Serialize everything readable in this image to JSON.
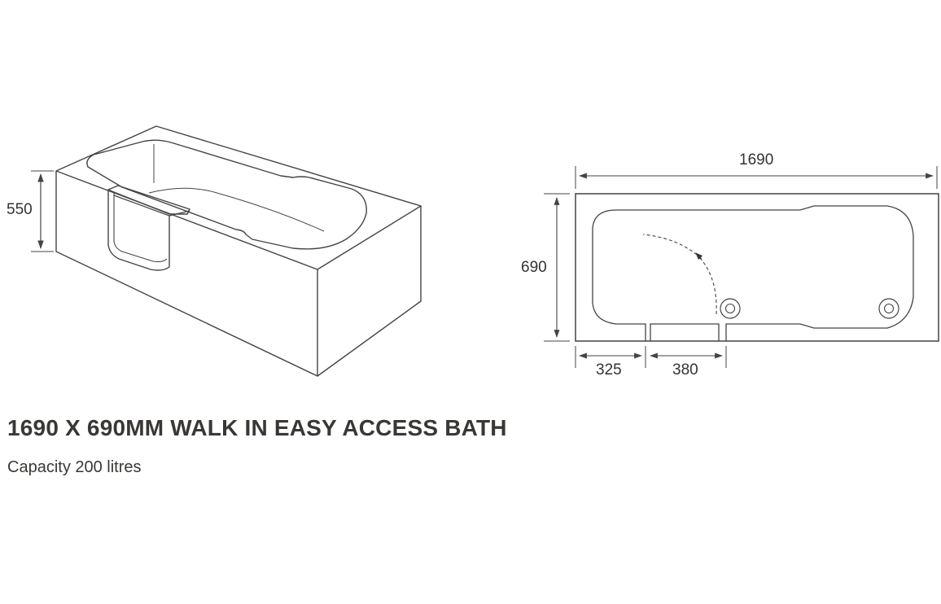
{
  "product": {
    "title": "1690 X 690MM WALK IN EASY ACCESS BATH",
    "subtitle": "Capacity 200 litres"
  },
  "isometric_view": {
    "height_dimension": "550"
  },
  "plan_view": {
    "length_dimension": "1690",
    "width_dimension": "690",
    "door_offset_dimension": "325",
    "door_width_dimension": "380"
  },
  "style": {
    "line_color": "#444444",
    "text_color": "#333333"
  }
}
